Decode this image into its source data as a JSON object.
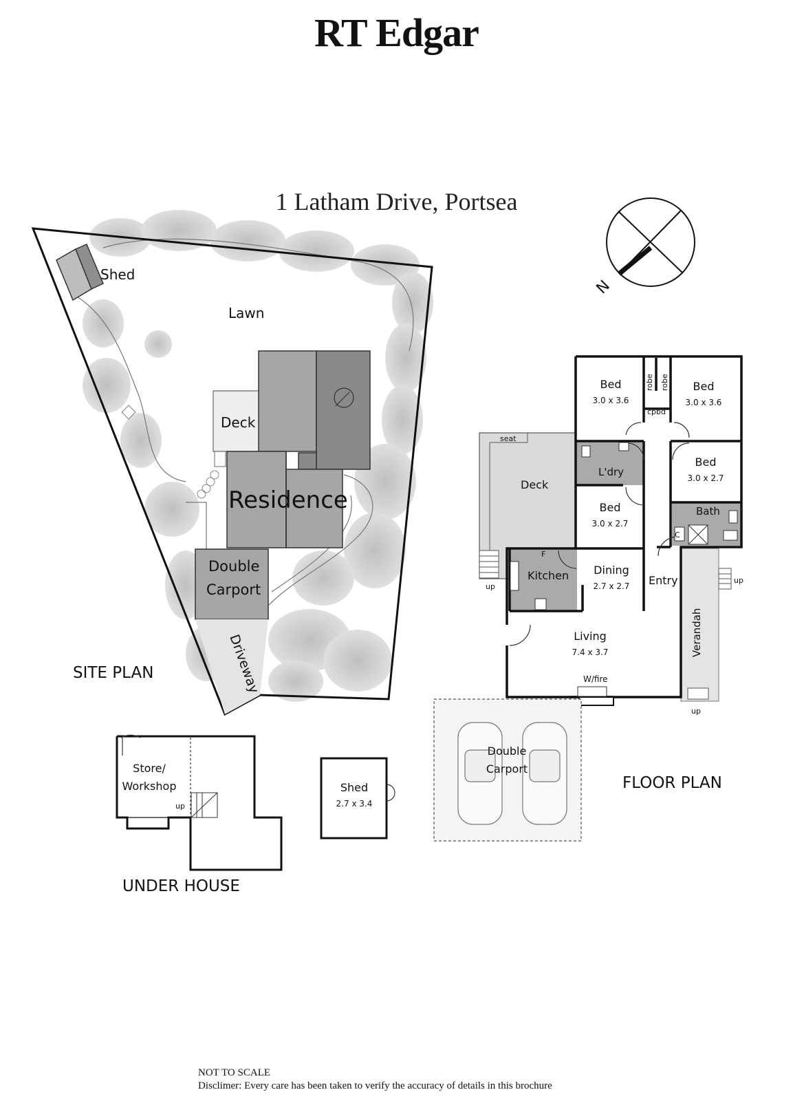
{
  "brand": "RT Edgar",
  "address": "1 Latham Drive, Portsea",
  "compass": {
    "label": "N"
  },
  "site_plan": {
    "title": "SITE PLAN",
    "labels": {
      "shed": "Shed",
      "lawn": "Lawn",
      "deck": "Deck",
      "residence": "Residence",
      "carport_line1": "Double",
      "carport_line2": "Carport",
      "driveway": "Driveway"
    }
  },
  "floor_plan": {
    "title": "FLOOR PLAN",
    "rooms": {
      "bed1": {
        "name": "Bed",
        "size": "3.0 x 3.6"
      },
      "bed2": {
        "name": "Bed",
        "size": "3.0 x 3.6"
      },
      "bed3": {
        "name": "Bed",
        "size": "3.0 x 2.7"
      },
      "bed4": {
        "name": "Bed",
        "size": "3.0 x 2.7"
      },
      "robe1": "robe",
      "robe2": "robe",
      "cpbd": "cpbd",
      "laundry": "L'dry",
      "bath": "Bath",
      "c": "C",
      "seat": "seat",
      "deck": "Deck",
      "kitchen": "Kitchen",
      "fridge": "F",
      "dining": {
        "name": "Dining",
        "size": "2.7 x 2.7"
      },
      "entry": "Entry",
      "verandah": "Verandah",
      "living": {
        "name": "Living",
        "size": "7.4 x 3.7"
      },
      "wfire": "W/fire",
      "carport_line1": "Double",
      "carport_line2": "Carport",
      "up1": "up",
      "up2": "up",
      "up3": "up"
    }
  },
  "under_house": {
    "title": "UNDER HOUSE",
    "store_line1": "Store/",
    "store_line2": "Workshop",
    "up": "up"
  },
  "shed_plan": {
    "name": "Shed",
    "size": "2.7 x 3.4"
  },
  "footer": {
    "not_to_scale": "NOT TO SCALE",
    "disclaimer": "Disclimer: Every care has been taken to verify the accuracy of details in this brochure"
  }
}
